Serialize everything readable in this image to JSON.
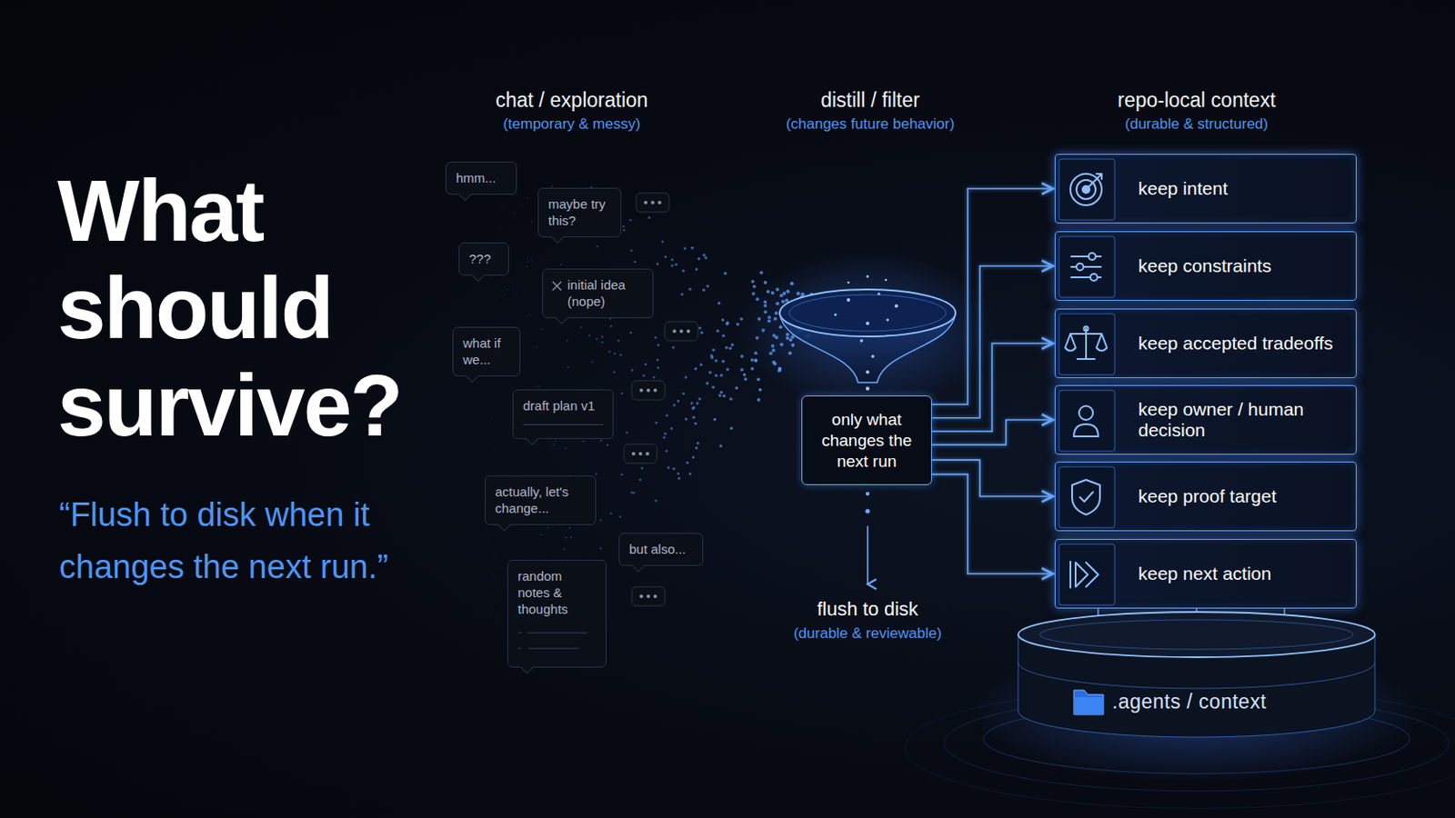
{
  "diagram": {
    "title": "What should survive?",
    "nodes": [
      {
        "text": [
          "hmm..."
        ]
      },
      {
        "text": [
          "maybe try this?"
        ]
      },
      {
        "text": [
          "???"
        ]
      },
      {
        "text": [
          "initial idea (nope)"
        ]
      },
      {
        "text": [
          "what if we..."
        ]
      },
      {
        "text": [
          "draft plan v1"
        ]
      },
      {
        "text": [
          "actually, let's change..."
        ]
      },
      {
        "text": [
          "but also..."
        ]
      },
      {
        "text": [
          "random notes & thoughts"
        ]
      },
      {
        "text": [
          "only what changes the next run"
        ]
      },
      {
        "text": [
          "keep intent"
        ]
      },
      {
        "text": [
          "keep constraints"
        ]
      },
      {
        "text": [
          "keep accepted tradeoffs"
        ]
      },
      {
        "text": [
          "keep owner / human decision"
        ]
      },
      {
        "text": [
          "keep proof target"
        ]
      },
      {
        "text": [
          "keep next action"
        ]
      },
      {
        "text": [
          ".agents / context"
        ]
      }
    ],
    "edges": [
      {
        "from": 9,
        "to": 10,
        "arrow": "to"
      },
      {
        "from": 9,
        "to": 11,
        "arrow": "to"
      },
      {
        "from": 9,
        "to": 12,
        "arrow": "to"
      },
      {
        "from": 9,
        "to": 13,
        "arrow": "to"
      },
      {
        "from": 9,
        "to": 14,
        "arrow": "to"
      },
      {
        "from": 9,
        "to": 15,
        "arrow": "to"
      }
    ],
    "labels": [
      "“Flush to disk when it changes the next run.”",
      "chat / exploration",
      "(temporary & messy)",
      "distill / filter",
      "(changes future behavior)",
      "repo-local context",
      "(durable & structured)",
      "flush to disk",
      "(durable & reviewable)"
    ]
  }
}
